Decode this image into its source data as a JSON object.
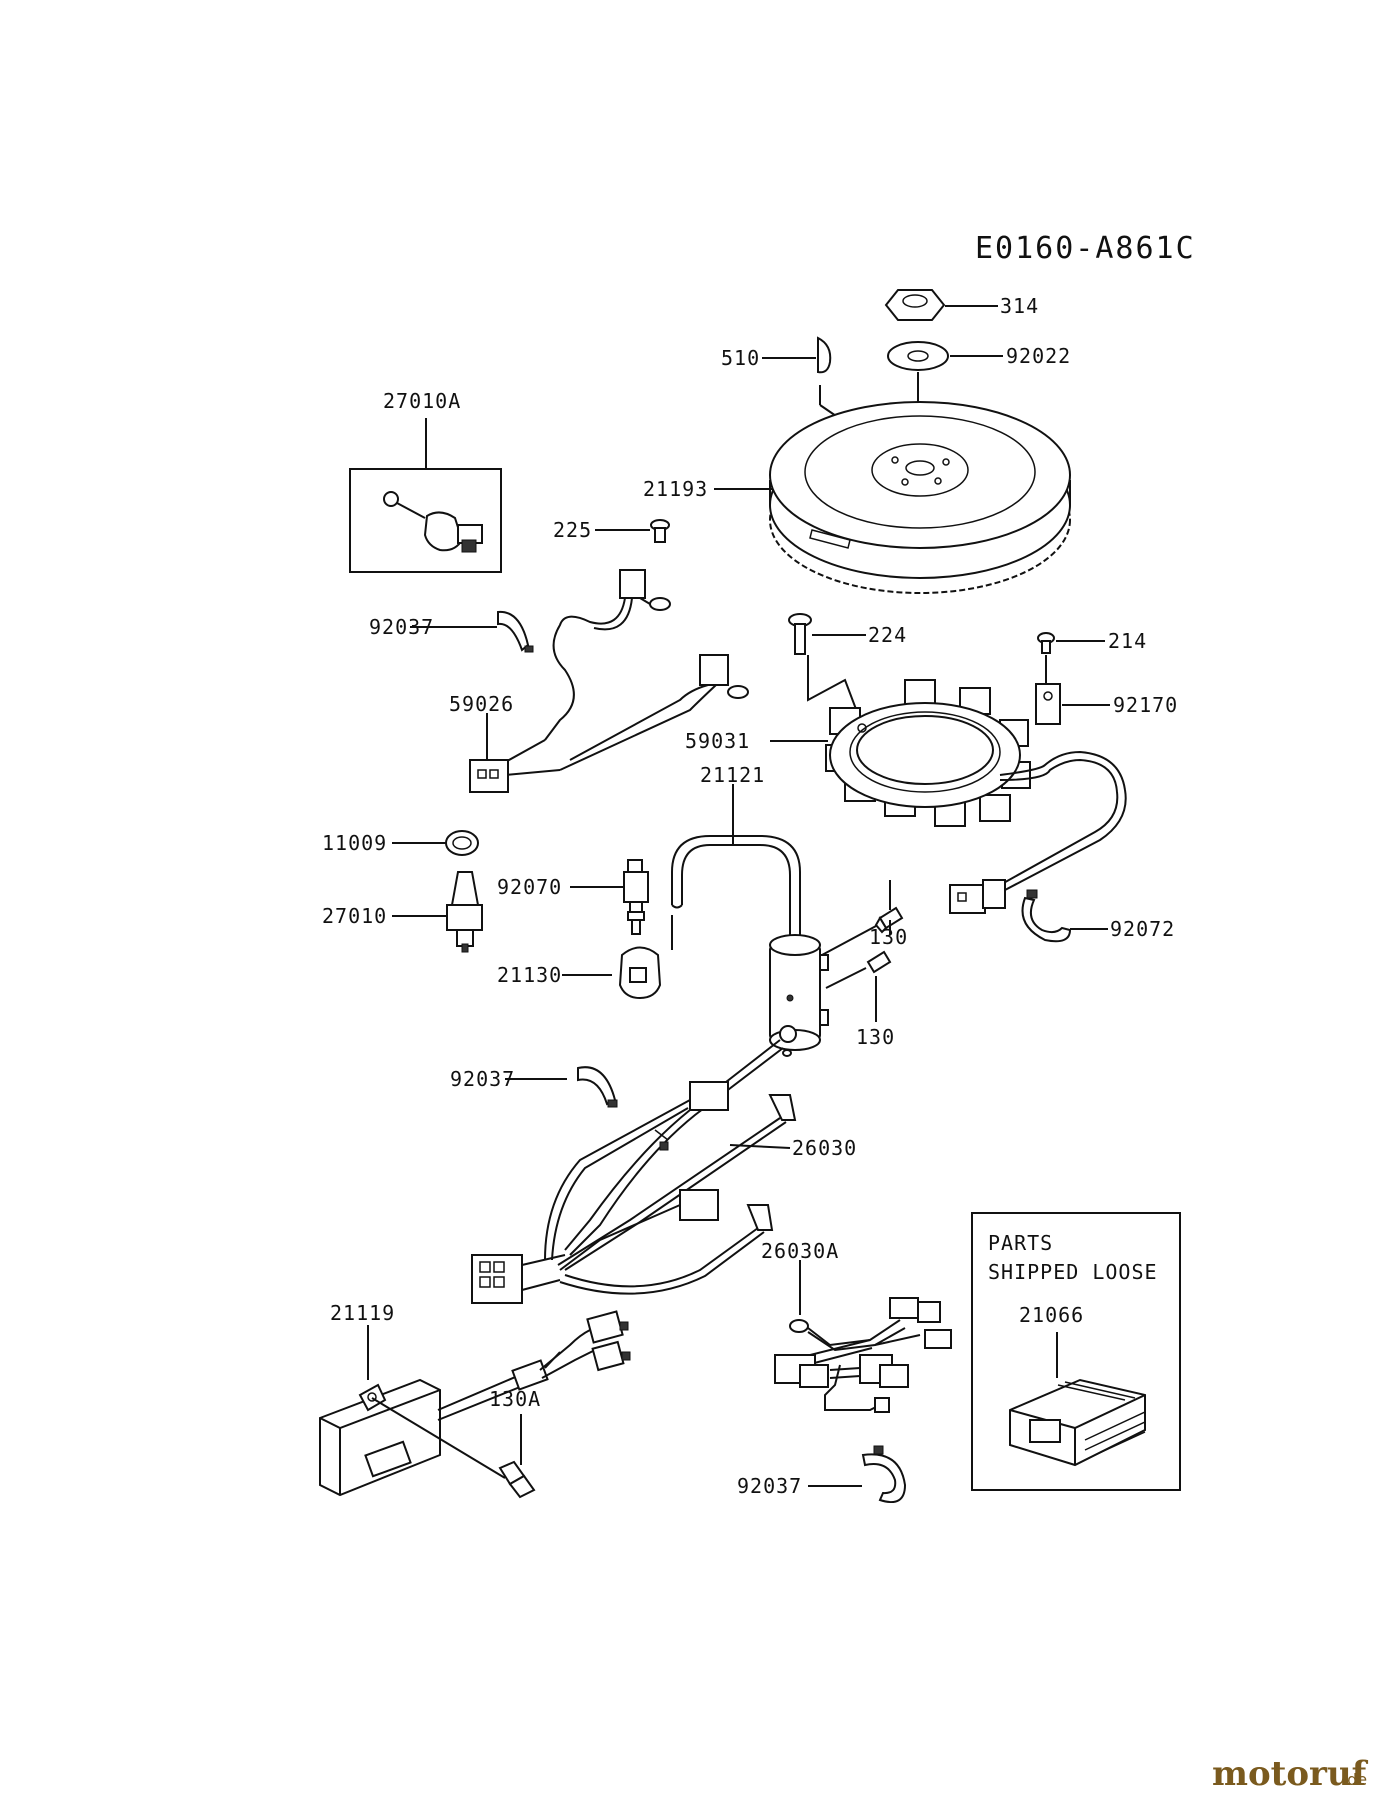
{
  "diagram": {
    "code": "E0160-A861C",
    "parts_box": {
      "line1": "PARTS",
      "line2": "SHIPPED LOOSE"
    },
    "labels": {
      "p314": "314",
      "p510": "510",
      "p92022": "92022",
      "p27010A": "27010A",
      "p21193": "21193",
      "p225": "225",
      "p92037a": "92037",
      "p224": "224",
      "p214": "214",
      "p59026": "59026",
      "p92170": "92170",
      "p59031": "59031",
      "p21121": "21121",
      "p11009": "11009",
      "p92070": "92070",
      "p27010": "27010",
      "p130a": "130",
      "p92072": "92072",
      "p21130": "21130",
      "p130b": "130",
      "p92037b": "92037",
      "p26030": "26030",
      "p26030A": "26030A",
      "p21119": "21119",
      "p130A": "130A",
      "p21066": "21066",
      "p92037c": "92037"
    }
  },
  "watermark": {
    "brand": "motoruf",
    "suffix": ".de"
  }
}
